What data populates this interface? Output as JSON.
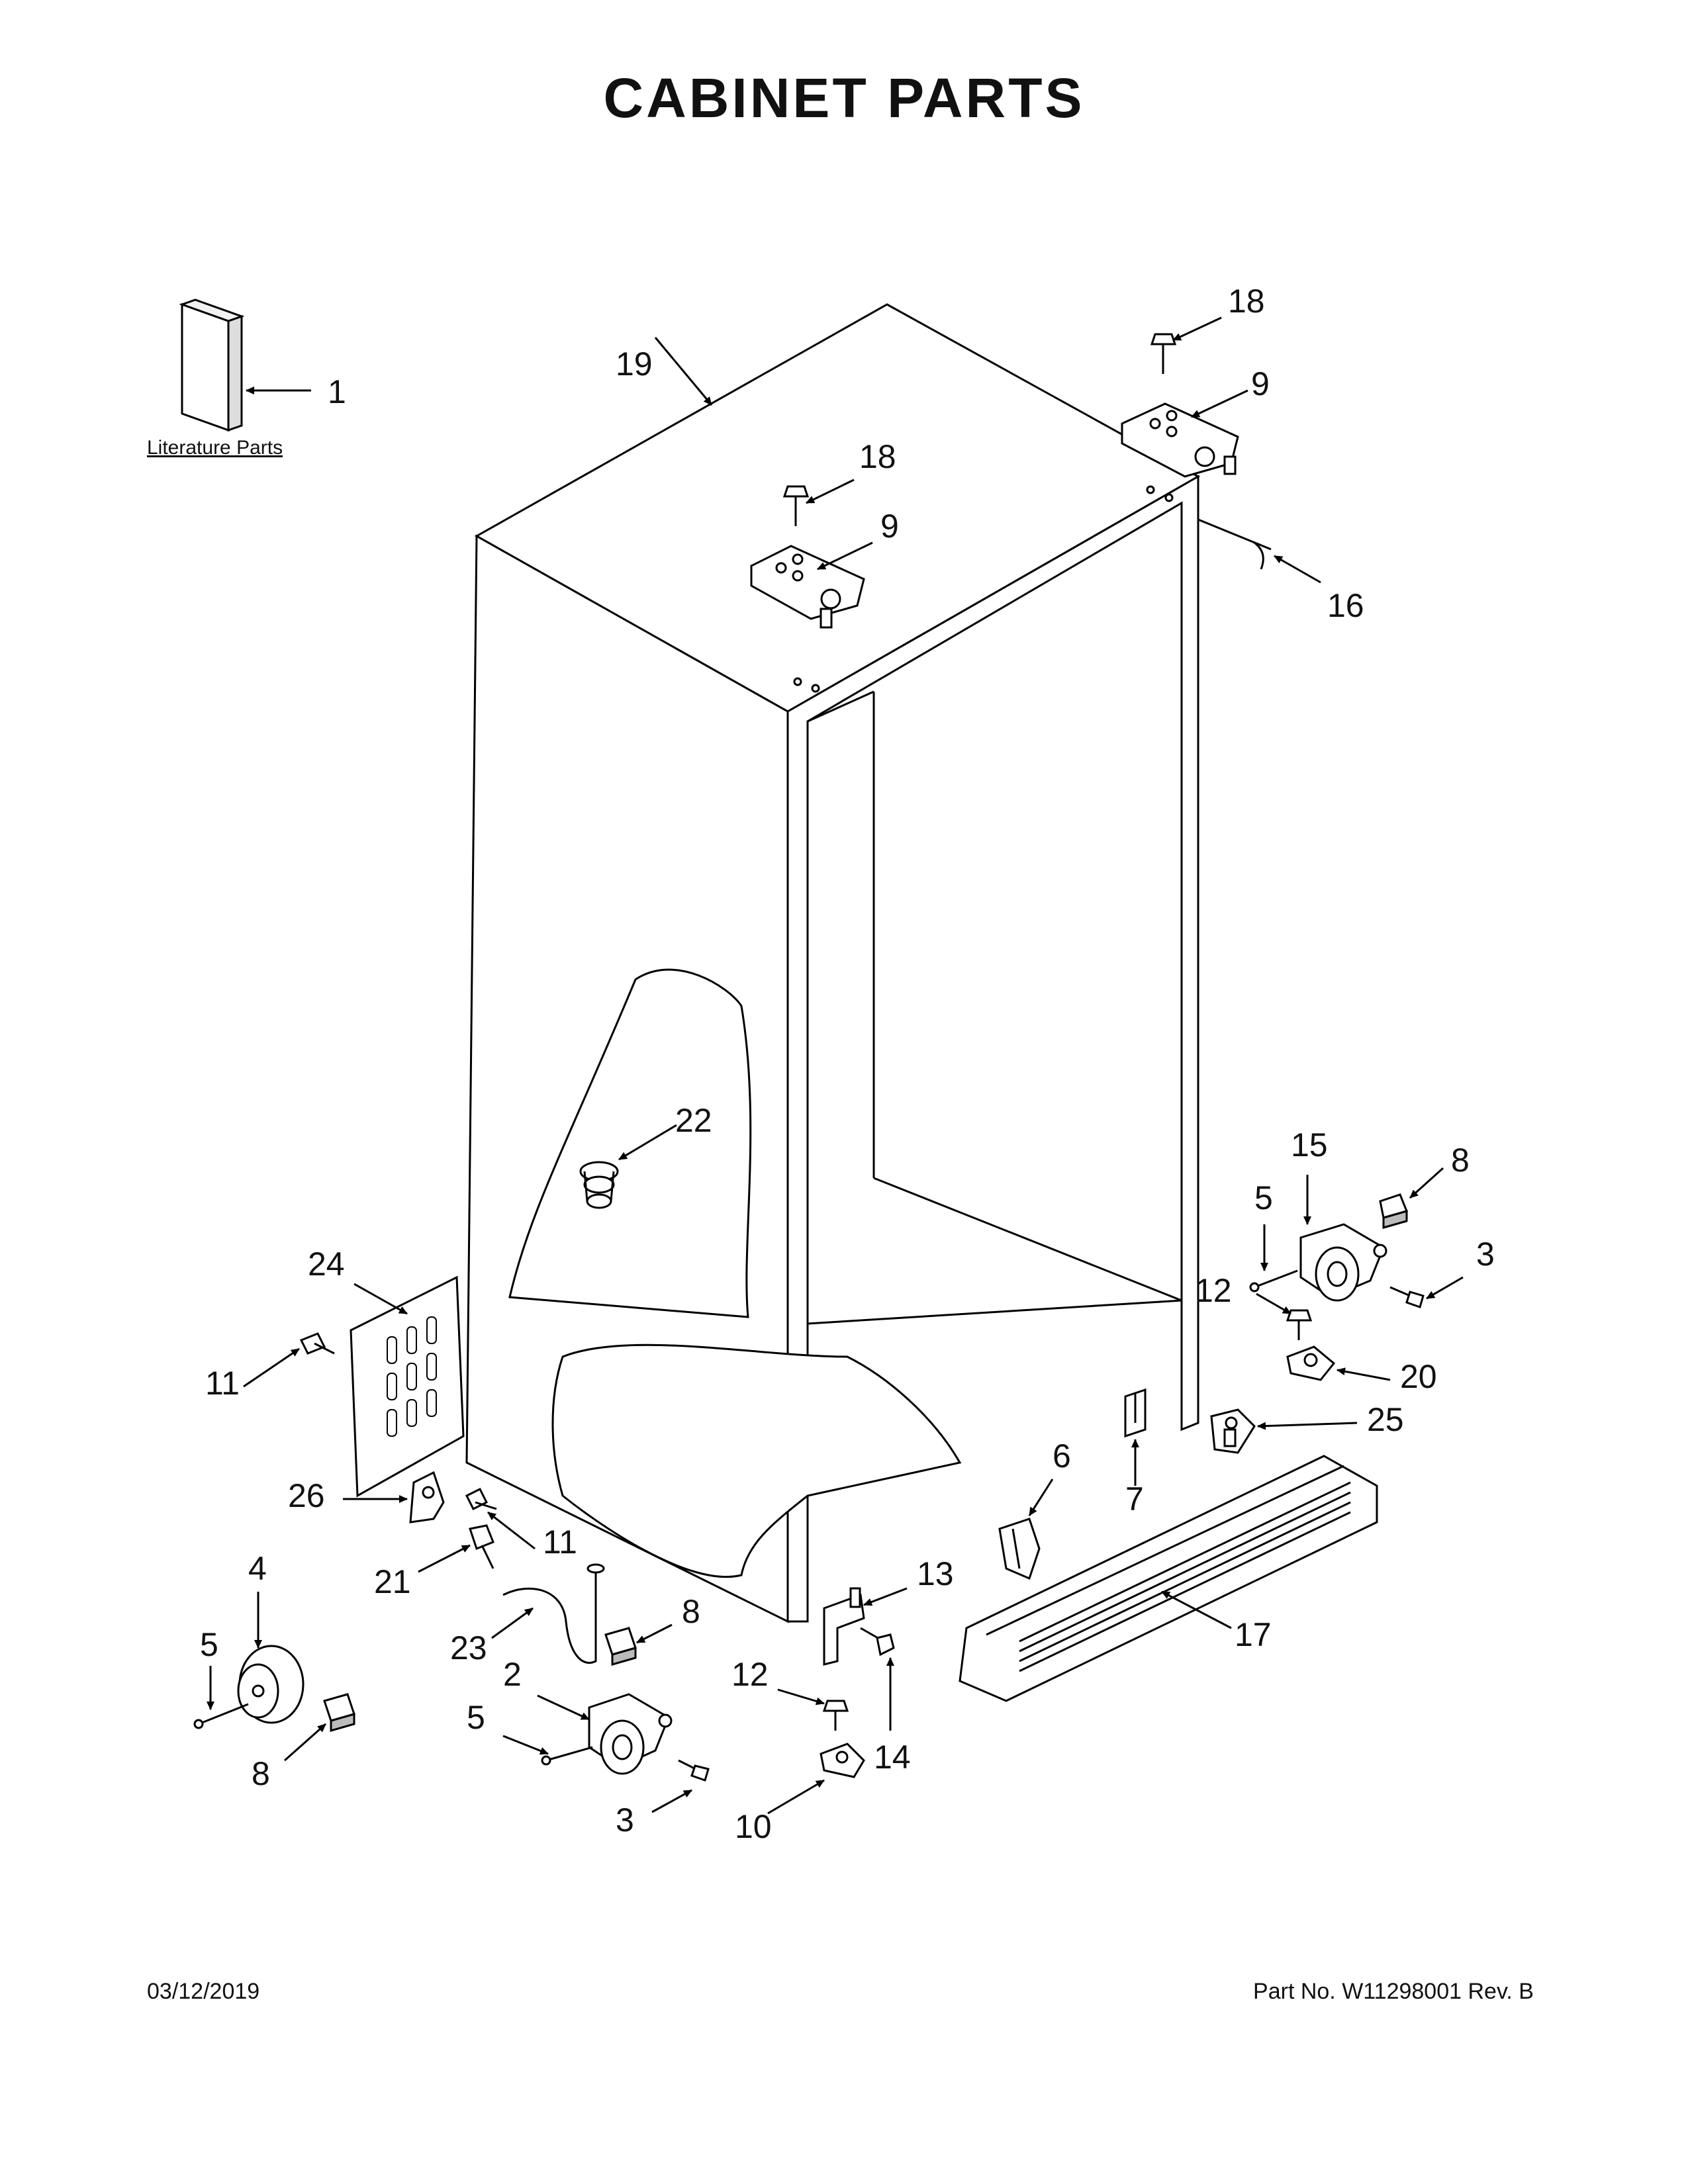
{
  "title": "CABINET PARTS",
  "literature_label": "Literature Parts",
  "footer": {
    "date": "03/12/2019",
    "part_number": "Part No.  W11298001  Rev.  B"
  },
  "callouts": [
    {
      "id": "c1",
      "label": "1"
    },
    {
      "id": "c19",
      "label": "19"
    },
    {
      "id": "c18a",
      "label": "18"
    },
    {
      "id": "c9a",
      "label": "9"
    },
    {
      "id": "c18b",
      "label": "18"
    },
    {
      "id": "c9b",
      "label": "9"
    },
    {
      "id": "c16",
      "label": "16"
    },
    {
      "id": "c22",
      "label": "22"
    },
    {
      "id": "c15",
      "label": "15"
    },
    {
      "id": "c8a",
      "label": "8"
    },
    {
      "id": "c5a",
      "label": "5"
    },
    {
      "id": "c3a",
      "label": "3"
    },
    {
      "id": "c12a",
      "label": "12"
    },
    {
      "id": "c20",
      "label": "20"
    },
    {
      "id": "c25",
      "label": "25"
    },
    {
      "id": "c24",
      "label": "24"
    },
    {
      "id": "c11a",
      "label": "11"
    },
    {
      "id": "c26",
      "label": "26"
    },
    {
      "id": "c11b",
      "label": "11"
    },
    {
      "id": "c21",
      "label": "21"
    },
    {
      "id": "c6",
      "label": "6"
    },
    {
      "id": "c7",
      "label": "7"
    },
    {
      "id": "c4",
      "label": "4"
    },
    {
      "id": "c13",
      "label": "13"
    },
    {
      "id": "c8b",
      "label": "8"
    },
    {
      "id": "c17",
      "label": "17"
    },
    {
      "id": "c23",
      "label": "23"
    },
    {
      "id": "c2",
      "label": "2"
    },
    {
      "id": "c5b",
      "label": "5"
    },
    {
      "id": "c12b",
      "label": "12"
    },
    {
      "id": "c14",
      "label": "14"
    },
    {
      "id": "c5c",
      "label": "5"
    },
    {
      "id": "c8c",
      "label": "8"
    },
    {
      "id": "c3b",
      "label": "3"
    },
    {
      "id": "c10",
      "label": "10"
    }
  ]
}
